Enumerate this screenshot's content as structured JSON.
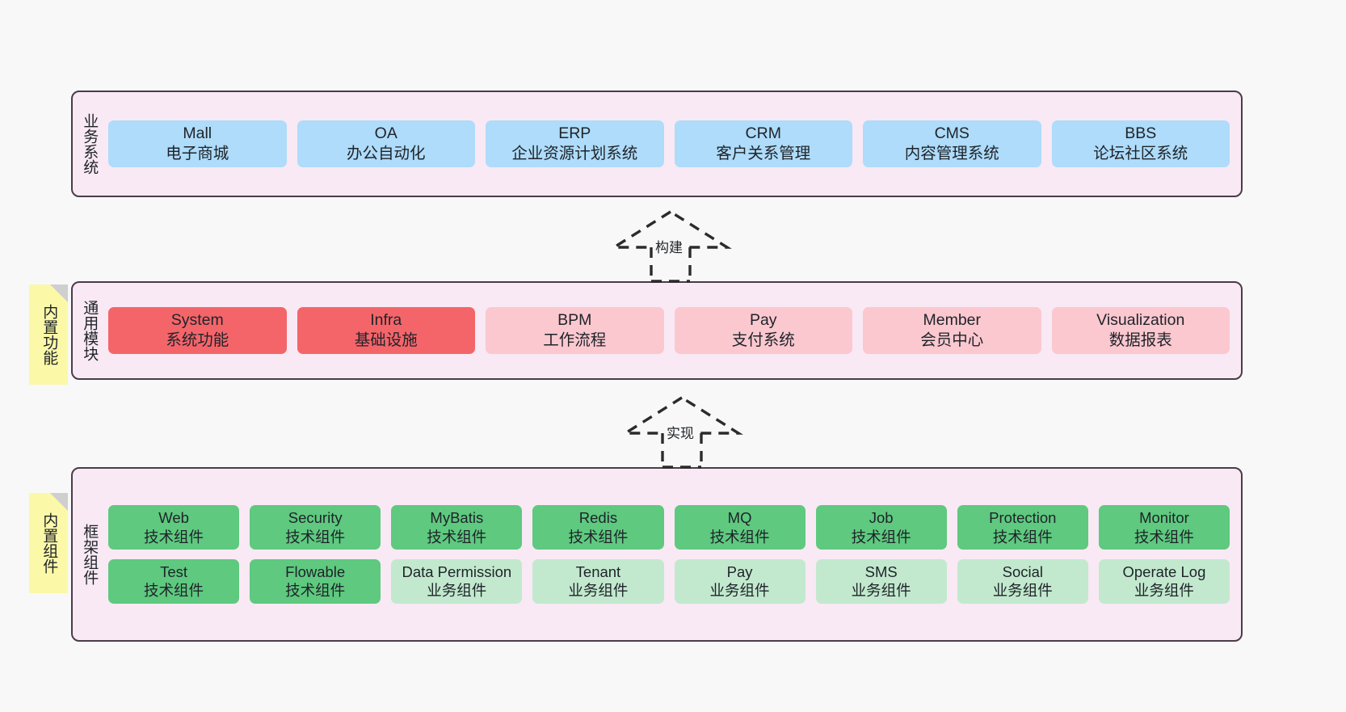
{
  "diagram": {
    "background_color": "#f8f8f8",
    "band_fill": "#f8e9f4",
    "band_stroke": "#4a3c48",
    "note_fill": "#fbf8a8"
  },
  "layers": [
    {
      "key": "business",
      "label": "业务系统",
      "note": null,
      "card_color": "#aedcfa",
      "rows": [
        {
          "cards": [
            {
              "title": "Mall",
              "subtitle": "电子商城",
              "color": "#aedcfa"
            },
            {
              "title": "OA",
              "subtitle": "办公自动化",
              "color": "#aedcfa"
            },
            {
              "title": "ERP",
              "subtitle": "企业资源计划系统",
              "color": "#aedcfa"
            },
            {
              "title": "CRM",
              "subtitle": "客户关系管理",
              "color": "#aedcfa"
            },
            {
              "title": "CMS",
              "subtitle": "内容管理系统",
              "color": "#aedcfa"
            },
            {
              "title": "BBS",
              "subtitle": "论坛社区系统",
              "color": "#aedcfa"
            }
          ]
        }
      ]
    },
    {
      "key": "common",
      "label": "通用模块",
      "note": "内置功能",
      "rows": [
        {
          "cards": [
            {
              "title": "System",
              "subtitle": "系统功能",
              "color": "#f4656a"
            },
            {
              "title": "Infra",
              "subtitle": "基础设施",
              "color": "#f4656a"
            },
            {
              "title": "BPM",
              "subtitle": "工作流程",
              "color": "#fbc8d0"
            },
            {
              "title": "Pay",
              "subtitle": "支付系统",
              "color": "#fbc8d0"
            },
            {
              "title": "Member",
              "subtitle": "会员中心",
              "color": "#fbc8d0"
            },
            {
              "title": "Visualization",
              "subtitle": "数据报表",
              "color": "#fbc8d0"
            }
          ]
        }
      ]
    },
    {
      "key": "framework",
      "label": "框架组件",
      "note": "内置组件",
      "rows": [
        {
          "cards": [
            {
              "title": "Web",
              "subtitle": "技术组件",
              "color": "#5ec97f"
            },
            {
              "title": "Security",
              "subtitle": "技术组件",
              "color": "#5ec97f"
            },
            {
              "title": "MyBatis",
              "subtitle": "技术组件",
              "color": "#5ec97f"
            },
            {
              "title": "Redis",
              "subtitle": "技术组件",
              "color": "#5ec97f"
            },
            {
              "title": "MQ",
              "subtitle": "技术组件",
              "color": "#5ec97f"
            },
            {
              "title": "Job",
              "subtitle": "技术组件",
              "color": "#5ec97f"
            },
            {
              "title": "Protection",
              "subtitle": "技术组件",
              "color": "#5ec97f"
            },
            {
              "title": "Monitor",
              "subtitle": "技术组件",
              "color": "#5ec97f"
            }
          ]
        },
        {
          "cards": [
            {
              "title": "Test",
              "subtitle": "技术组件",
              "color": "#5ec97f"
            },
            {
              "title": "Flowable",
              "subtitle": "技术组件",
              "color": "#5ec97f"
            },
            {
              "title": "Data Permission",
              "subtitle": "业务组件",
              "color": "#c2e9ce"
            },
            {
              "title": "Tenant",
              "subtitle": "业务组件",
              "color": "#c2e9ce"
            },
            {
              "title": "Pay",
              "subtitle": "业务组件",
              "color": "#c2e9ce"
            },
            {
              "title": "SMS",
              "subtitle": "业务组件",
              "color": "#c2e9ce"
            },
            {
              "title": "Social",
              "subtitle": "业务组件",
              "color": "#c2e9ce"
            },
            {
              "title": "Operate Log",
              "subtitle": "业务组件",
              "color": "#c2e9ce"
            }
          ]
        }
      ]
    }
  ],
  "connectors": [
    {
      "key": "build",
      "label": "构建",
      "from": "common",
      "to": "business"
    },
    {
      "key": "implement",
      "label": "实现",
      "from": "framework",
      "to": "common"
    }
  ]
}
